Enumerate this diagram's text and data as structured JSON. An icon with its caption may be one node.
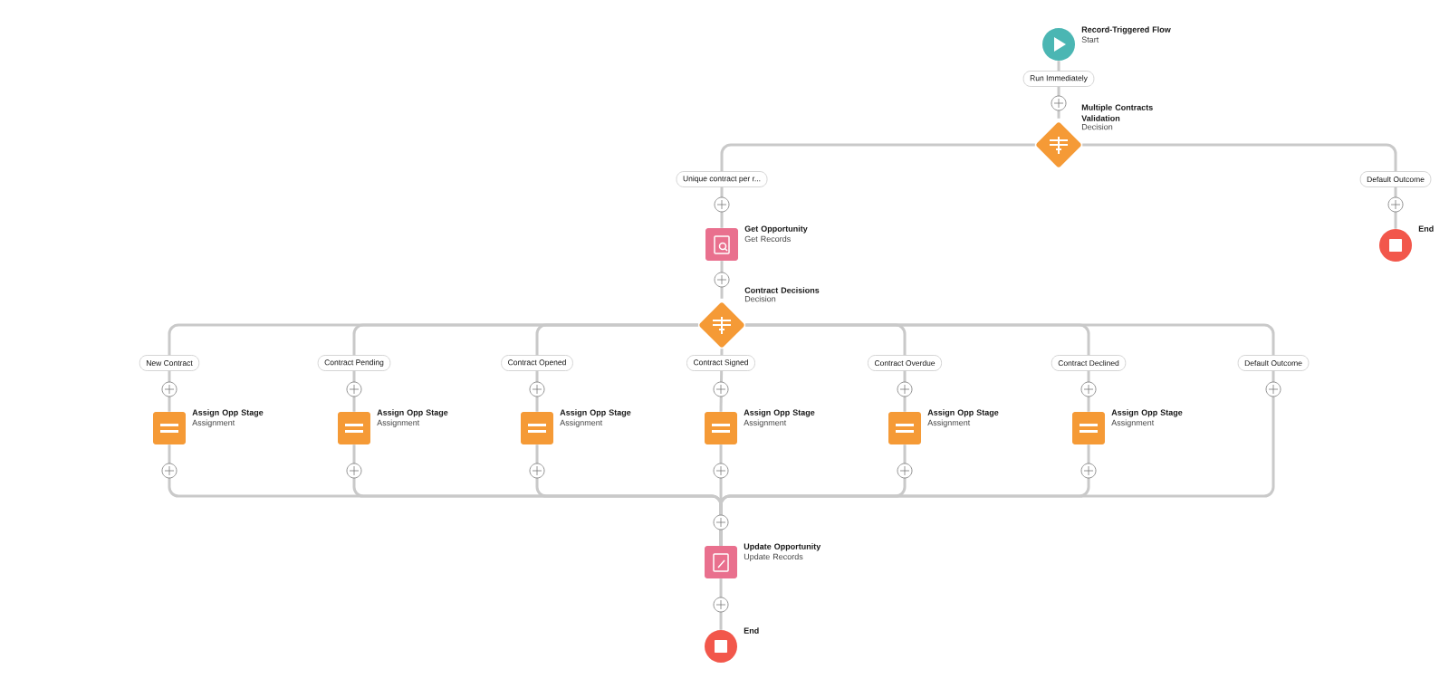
{
  "diagram": {
    "nodes": [
      {
        "text": [
          "Record-Triggered Flow",
          "Start"
        ]
      },
      {
        "text": [
          "Multiple Contracts Validation",
          "Decision"
        ]
      },
      {
        "text": [
          "Get Opportunity",
          "Get Records"
        ]
      },
      {
        "text": [
          "End"
        ]
      },
      {
        "text": [
          "Contract Decisions",
          "Decision"
        ]
      },
      {
        "text": [
          "Assign Opp Stage",
          "Assignment"
        ]
      },
      {
        "text": [
          "Assign Opp Stage",
          "Assignment"
        ]
      },
      {
        "text": [
          "Assign Opp Stage",
          "Assignment"
        ]
      },
      {
        "text": [
          "Assign Opp Stage",
          "Assignment"
        ]
      },
      {
        "text": [
          "Assign Opp Stage",
          "Assignment"
        ]
      },
      {
        "text": [
          "Assign Opp Stage",
          "Assignment"
        ]
      },
      {
        "text": [
          "Update Opportunity",
          "Update Records"
        ]
      },
      {
        "text": [
          "End"
        ]
      }
    ],
    "edges": [
      {
        "from": 0,
        "to": 1,
        "arrow": "none",
        "label": "Run Immediately"
      },
      {
        "from": 1,
        "to": 2,
        "arrow": "none",
        "label": "Unique contract per r..."
      },
      {
        "from": 1,
        "to": 3,
        "arrow": "none",
        "label": "Default Outcome"
      },
      {
        "from": 2,
        "to": 4,
        "arrow": "none"
      },
      {
        "from": 4,
        "to": 5,
        "arrow": "none",
        "label": "New Contract"
      },
      {
        "from": 4,
        "to": 6,
        "arrow": "none",
        "label": "Contract Pending"
      },
      {
        "from": 4,
        "to": 7,
        "arrow": "none",
        "label": "Contract Opened"
      },
      {
        "from": 4,
        "to": 8,
        "arrow": "none",
        "label": "Contract Signed"
      },
      {
        "from": 4,
        "to": 9,
        "arrow": "none",
        "label": "Contract Overdue"
      },
      {
        "from": 4,
        "to": 10,
        "arrow": "none",
        "label": "Contract Declined"
      },
      {
        "from": 4,
        "to": 11,
        "arrow": "none",
        "label": "Default Outcome"
      },
      {
        "from": 5,
        "to": 11,
        "arrow": "none"
      },
      {
        "from": 6,
        "to": 11,
        "arrow": "none"
      },
      {
        "from": 7,
        "to": 11,
        "arrow": "none"
      },
      {
        "from": 8,
        "to": 11,
        "arrow": "none"
      },
      {
        "from": 9,
        "to": 11,
        "arrow": "none"
      },
      {
        "from": 10,
        "to": 11,
        "arrow": "none"
      },
      {
        "from": 11,
        "to": 12,
        "arrow": "none"
      }
    ]
  }
}
